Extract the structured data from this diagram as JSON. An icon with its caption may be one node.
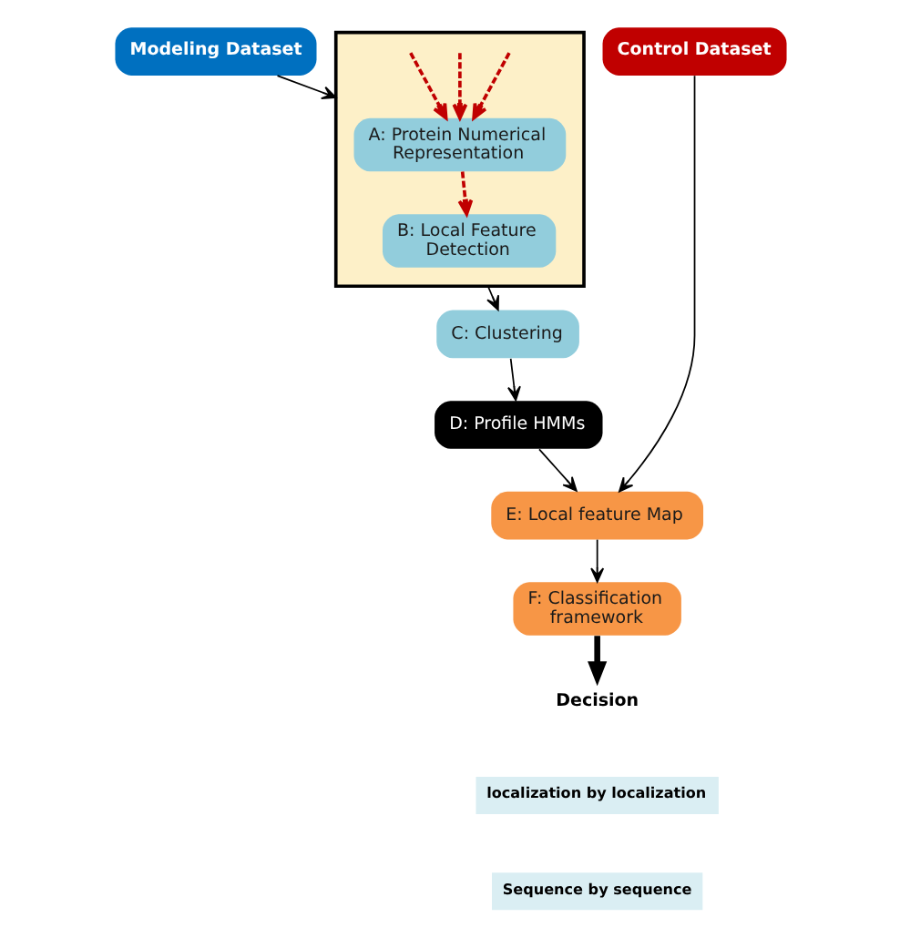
{
  "diagram": {
    "nodes": [
      {
        "text": [
          "Modeling Dataset"
        ]
      },
      {
        "text": [],
        "shape": "box"
      },
      {
        "text": [
          "A: Protein Numerical Representation"
        ],
        "in": 1
      },
      {
        "text": [
          "B: Local Feature Detection"
        ],
        "in": 1
      },
      {
        "text": [
          "C: Clustering"
        ]
      },
      {
        "text": [
          "D: Profile HMMs"
        ]
      },
      {
        "text": [
          "Control Dataset"
        ]
      },
      {
        "text": [
          "E: Local feature Map"
        ]
      },
      {
        "text": [
          "F: Classification framework"
        ]
      },
      {
        "text": [
          "Decision"
        ]
      }
    ],
    "edges": [
      {
        "from": 0,
        "to": 1,
        "arrow": "to"
      },
      {
        "from": null,
        "to": 2,
        "arrow": "to",
        "style": "dashed",
        "color": "#c00000"
      },
      {
        "from": null,
        "to": 2,
        "arrow": "to",
        "style": "dashed",
        "color": "#c00000"
      },
      {
        "from": null,
        "to": 2,
        "arrow": "to",
        "style": "dashed",
        "color": "#c00000"
      },
      {
        "from": 2,
        "to": 3,
        "arrow": "to",
        "style": "dashed",
        "color": "#c00000"
      },
      {
        "from": 1,
        "to": 4,
        "arrow": "to"
      },
      {
        "from": 4,
        "to": 5,
        "arrow": "to"
      },
      {
        "from": 5,
        "to": 7,
        "arrow": "to"
      },
      {
        "from": 6,
        "to": 7,
        "arrow": "to"
      },
      {
        "from": 7,
        "to": 8,
        "arrow": "to"
      },
      {
        "from": 8,
        "to": 9,
        "arrow": "to",
        "style": "thick"
      }
    ],
    "legend": [
      {
        "text": "localization by localization"
      },
      {
        "text": "Sequence by sequence"
      }
    ]
  }
}
